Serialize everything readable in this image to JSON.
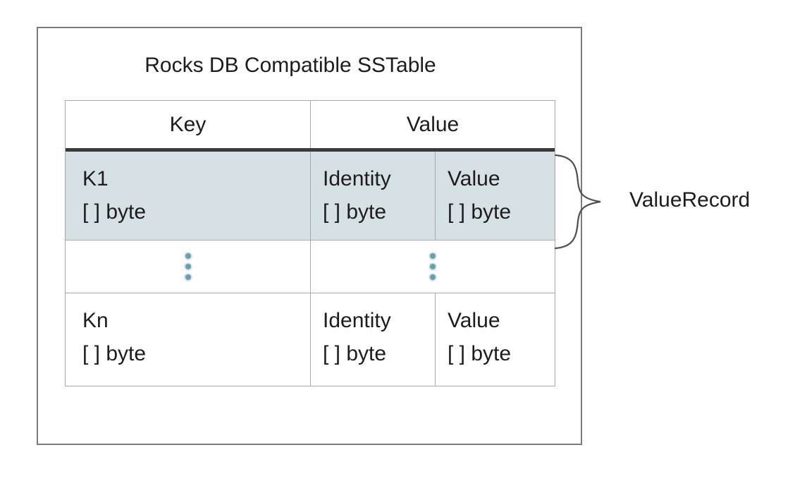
{
  "colors": {
    "highlight": "#d6e1e5",
    "dots": "#6f9dad",
    "header_rule": "#3b3b3b",
    "table_border": "#a9a9a9",
    "outer_border": "#7b7b7b",
    "text": "#1c1c1c",
    "brace": "#4f4f4f"
  },
  "diagram": {
    "title": "Rocks DB Compatible SSTable",
    "table": {
      "header": {
        "key": "Key",
        "value": "Value"
      },
      "rows": [
        {
          "key": [
            "K1",
            "[ ] byte"
          ],
          "identity": [
            "Identity",
            "[ ] byte"
          ],
          "value": [
            "Value",
            "[ ] byte"
          ]
        },
        {
          "key": [
            "Kn",
            "[ ] byte"
          ],
          "identity": [
            "Identity",
            "[ ] byte"
          ],
          "value": [
            "Value",
            "[ ] byte"
          ]
        }
      ],
      "ellipsis_icon": "vertical-ellipsis"
    },
    "annotation": {
      "label": "ValueRecord"
    }
  }
}
